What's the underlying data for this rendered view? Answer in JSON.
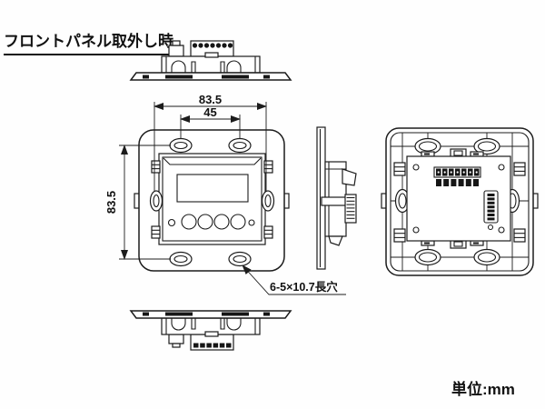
{
  "title": "フロントパネル取外し時",
  "unit_label": "単位:mm",
  "dimensions": {
    "horizontal_span": "83.5",
    "top_hole_pitch": "45",
    "vertical_span": "83.5"
  },
  "annotations": {
    "slot_note": "6-5×10.7長穴"
  },
  "colors": {
    "line": "#1c1c1c",
    "background": "#fefefe",
    "dark_fill": "#161616"
  }
}
